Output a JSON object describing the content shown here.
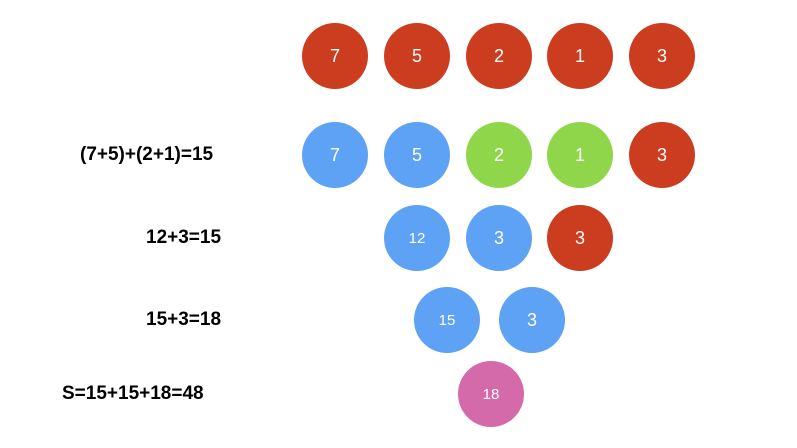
{
  "colors": {
    "red": "#cc3d1f",
    "blue": "#5ea2f5",
    "green": "#8fd64a",
    "pink": "#d56aaa"
  },
  "rows": [
    {
      "equation": "",
      "nodes": [
        {
          "value": "7",
          "color": "red"
        },
        {
          "value": "5",
          "color": "red"
        },
        {
          "value": "2",
          "color": "red"
        },
        {
          "value": "1",
          "color": "red"
        },
        {
          "value": "3",
          "color": "red"
        }
      ]
    },
    {
      "equation": "(7+5)+(2+1)=15",
      "nodes": [
        {
          "value": "7",
          "color": "blue"
        },
        {
          "value": "5",
          "color": "blue"
        },
        {
          "value": "2",
          "color": "green"
        },
        {
          "value": "1",
          "color": "green"
        },
        {
          "value": "3",
          "color": "red"
        }
      ]
    },
    {
      "equation": "12+3=15",
      "nodes": [
        {
          "value": "12",
          "color": "blue"
        },
        {
          "value": "3",
          "color": "blue"
        },
        {
          "value": "3",
          "color": "red"
        }
      ]
    },
    {
      "equation": "15+3=18",
      "nodes": [
        {
          "value": "15",
          "color": "blue"
        },
        {
          "value": "3",
          "color": "blue"
        }
      ]
    },
    {
      "equation": "S=15+15+18=48",
      "nodes": [
        {
          "value": "18",
          "color": "pink"
        }
      ]
    }
  ]
}
